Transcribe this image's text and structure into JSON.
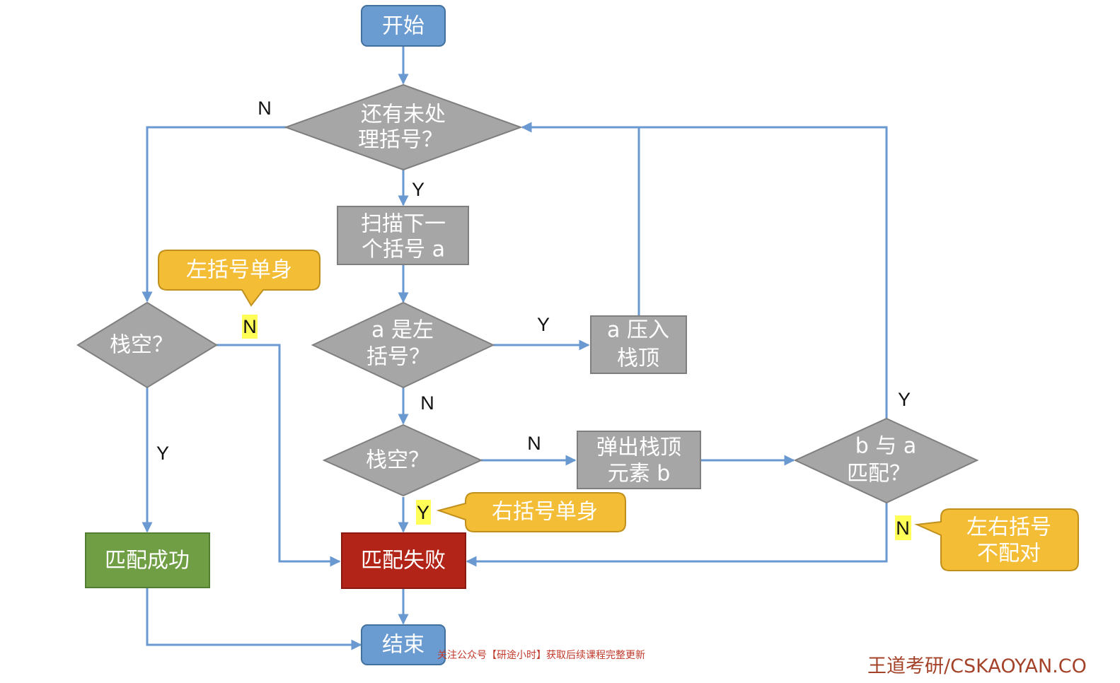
{
  "nodes": {
    "start": "开始",
    "remaining": [
      "还有未处",
      "理括号？"
    ],
    "scan": [
      "扫描下一",
      "个括号 a"
    ],
    "isLeft": [
      "a 是左",
      "括号？"
    ],
    "push": [
      "a 压入",
      "栈顶"
    ],
    "stackEmpty1": [
      "栈空？"
    ],
    "pop": [
      "弹出栈顶",
      "元素 b"
    ],
    "match": [
      "b 与 a",
      "匹配？"
    ],
    "stackEmpty2": [
      "栈空？"
    ],
    "success": "匹配成功",
    "fail": "匹配失败",
    "end": "结束"
  },
  "edgeLabels": {
    "remaining_no": "N",
    "remaining_yes": "Y",
    "isLeft_yes": "Y",
    "isLeft_no": "N",
    "stackEmpty1_no": "N",
    "stackEmpty1_yes": "Y",
    "match_yes": "Y",
    "match_no": "N",
    "stackEmpty2_no": "N",
    "stackEmpty2_yes": "Y"
  },
  "callouts": {
    "leftAlone": "左括号单身",
    "rightAlone": "右括号单身",
    "mismatch": [
      "左右括号",
      "不配对"
    ]
  },
  "footer": {
    "note": "关注公众号【研途小时】获取后续课程完整更新",
    "brand": "王道考研/CSKAOYAN.CO"
  },
  "colors": {
    "flow": "#6a98d0",
    "process": "#a6a6a6",
    "terminal": "#6a9bd1",
    "success": "#6f9e45",
    "fail": "#b32418",
    "callout": "#f3bd35",
    "highlight": "#ffff57"
  }
}
